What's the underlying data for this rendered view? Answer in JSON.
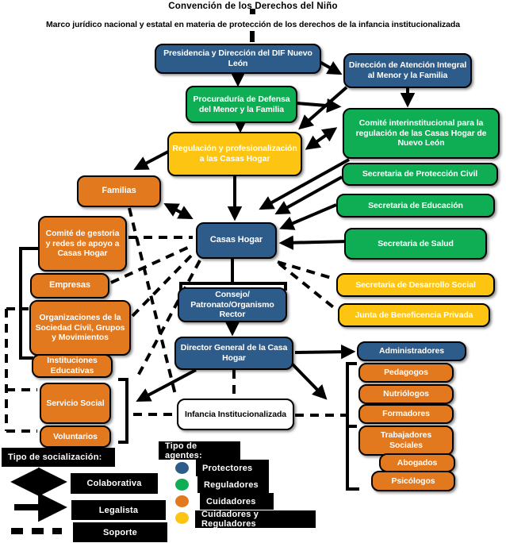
{
  "title": "Convención de los Derechos del Niño",
  "subtitle": "Marco jurídico nacional y estatal en materia de protección de los derechos de la infancia institucionalizada",
  "colors": {
    "protectores_blue": "#2E5C8A",
    "reguladores_green": "#0FAE54",
    "cuidadores_orange": "#E3791F",
    "cuidadores_reguladores_yellow": "#FDC511",
    "line_black": "#000000"
  },
  "nodes": [
    {
      "id": "presidencia",
      "role": "blue",
      "label": "Presidencia y Dirección del DIF Nuevo León"
    },
    {
      "id": "direccion-atencion",
      "role": "blue",
      "label": "Dirección de Atención Integral  al Menor y la Familia"
    },
    {
      "id": "procuraduria",
      "role": "green",
      "label": "Procuraduría de Defensa del Menor y la Familia"
    },
    {
      "id": "regulacion",
      "role": "yellow",
      "label": "Regulación y profesionalización  a las Casas Hogar"
    },
    {
      "id": "comite-interinstitucional",
      "role": "green",
      "label": "Comité interinstitucional  para la regulación de las Casas Hogar de Nuevo León"
    },
    {
      "id": "secretaria-proteccion-civil",
      "role": "green",
      "label": "Secretaria de Protección Civil"
    },
    {
      "id": "secretaria-educacion",
      "role": "green",
      "label": "Secretaria de Educación"
    },
    {
      "id": "secretaria-salud",
      "role": "green",
      "label": "Secretaria de Salud"
    },
    {
      "id": "secretaria-desarrollo-social",
      "role": "yellow",
      "label": "Secretaria de Desarrollo Social"
    },
    {
      "id": "junta-beneficencia",
      "role": "yellow",
      "label": "Junta de Beneficencia  Privada"
    },
    {
      "id": "familias",
      "role": "orange",
      "label": "Familias"
    },
    {
      "id": "comite-gestoria",
      "role": "orange",
      "label": "Comité de gestoria y redes de apoyo a Casas Hogar"
    },
    {
      "id": "empresas",
      "role": "orange",
      "label": "Empresas"
    },
    {
      "id": "organizaciones",
      "role": "orange",
      "label": "Organizaciones de la Sociedad Civil, Grupos y Movimientos"
    },
    {
      "id": "instituciones-educativas",
      "role": "orange",
      "label": "Instituciones Educativas"
    },
    {
      "id": "servicio-social",
      "role": "orange",
      "label": "Servicio Social"
    },
    {
      "id": "voluntarios",
      "role": "orange",
      "label": "Voluntarios"
    },
    {
      "id": "casas-hogar",
      "role": "blue",
      "label": "Casas Hogar"
    },
    {
      "id": "consejo-patronato",
      "role": "blue",
      "label": "Consejo/ Patronato/Organismo Rector"
    },
    {
      "id": "director-general",
      "role": "blue",
      "label": "Director General de la Casa Hogar"
    },
    {
      "id": "infancia-institucionalizada",
      "role": "white",
      "label": "Infancia Institucionalizada"
    },
    {
      "id": "administradores",
      "role": "blue",
      "label": "Administradores"
    },
    {
      "id": "pedagogos",
      "role": "orange",
      "label": "Pedagogos"
    },
    {
      "id": "nutriologos",
      "role": "orange",
      "label": "Nutriólogos"
    },
    {
      "id": "formadores",
      "role": "orange",
      "label": "Formadores"
    },
    {
      "id": "trabajadores-sociales",
      "role": "orange",
      "label": "Trabajadores Sociales"
    },
    {
      "id": "abogados",
      "role": "orange",
      "label": "Abogados"
    },
    {
      "id": "psicologos",
      "role": "orange",
      "label": "Psicólogos"
    }
  ],
  "legend_socializacion": {
    "title": "Tipo de socialización:",
    "items": [
      {
        "type": "double-arrow",
        "label": "Colaborativa"
      },
      {
        "type": "arrow",
        "label": "Legalista"
      },
      {
        "type": "dashed-line",
        "label": "Soporte"
      }
    ]
  },
  "legend_agentes": {
    "title": "Tipo de agentes:",
    "items": [
      {
        "color": "#2E5C8A",
        "label": "Protectores"
      },
      {
        "color": "#0FAE54",
        "label": "Reguladores"
      },
      {
        "color": "#E3791F",
        "label": "Cuidadores"
      },
      {
        "color": "#FDC511",
        "label": "Cuidadores y  Reguladores"
      }
    ]
  }
}
